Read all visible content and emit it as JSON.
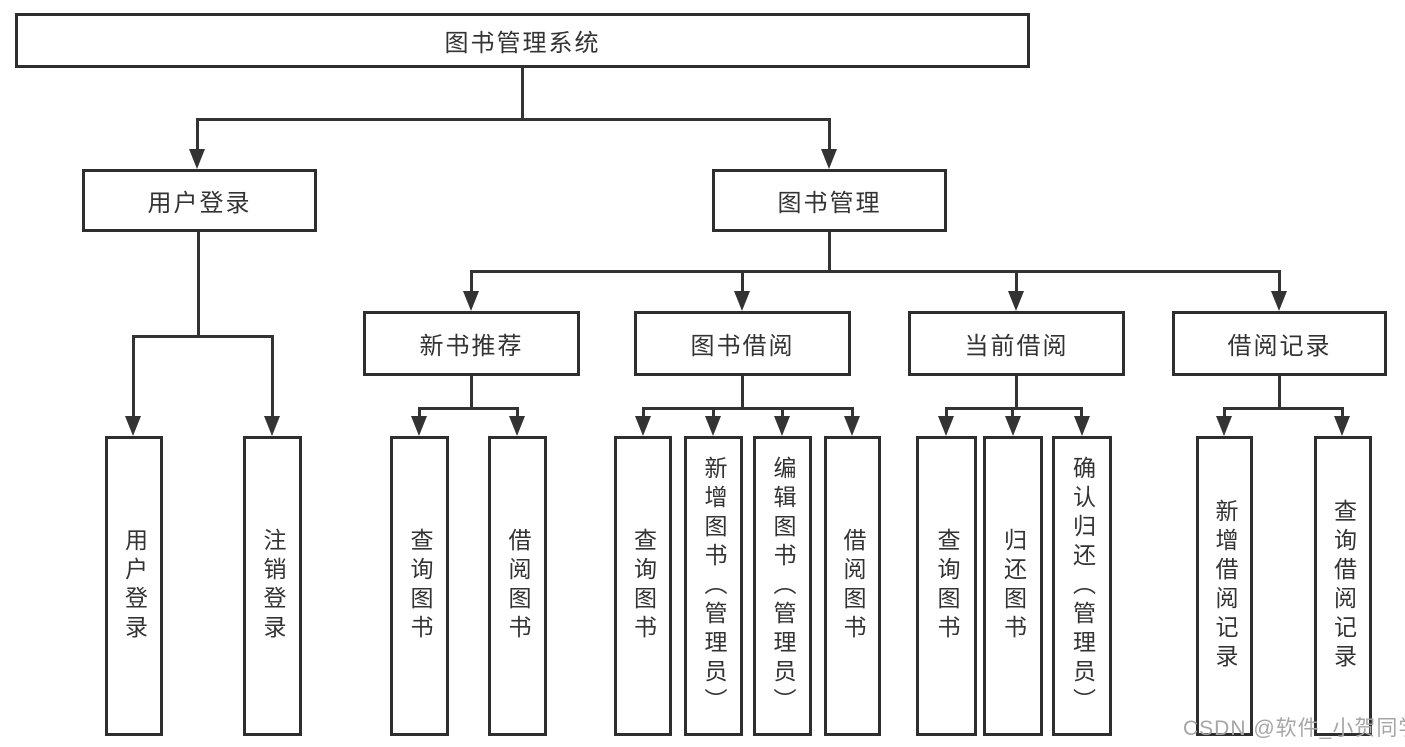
{
  "diagram_title": "图书管理系统",
  "tree": {
    "root": {
      "label": "图书管理系统"
    },
    "level2": [
      {
        "label": "用户登录",
        "children": [
          {
            "label": "用户登录"
          },
          {
            "label": "注销登录"
          }
        ]
      },
      {
        "label": "图书管理",
        "children": [
          {
            "label": "新书推荐",
            "children": [
              {
                "label": "查询图书"
              },
              {
                "label": "借阅图书"
              }
            ]
          },
          {
            "label": "图书借阅",
            "children": [
              {
                "label": "查询图书"
              },
              {
                "label": "新增图书（管理员）"
              },
              {
                "label": "编辑图书（管理员）"
              },
              {
                "label": "借阅图书"
              }
            ]
          },
          {
            "label": "当前借阅",
            "children": [
              {
                "label": "查询图书"
              },
              {
                "label": "归还图书"
              },
              {
                "label": "确认归还（管理员）"
              }
            ]
          },
          {
            "label": "借阅记录",
            "children": [
              {
                "label": "新增借阅记录"
              },
              {
                "label": "查询借阅记录"
              }
            ]
          }
        ]
      }
    ]
  },
  "watermark": {
    "text": "CSDN @软件_小贺同学"
  },
  "colors": {
    "line": "#333333",
    "border": "#2e2e2e",
    "text": "#333333",
    "background": "#ffffff",
    "watermark": "#a6a6a6"
  }
}
